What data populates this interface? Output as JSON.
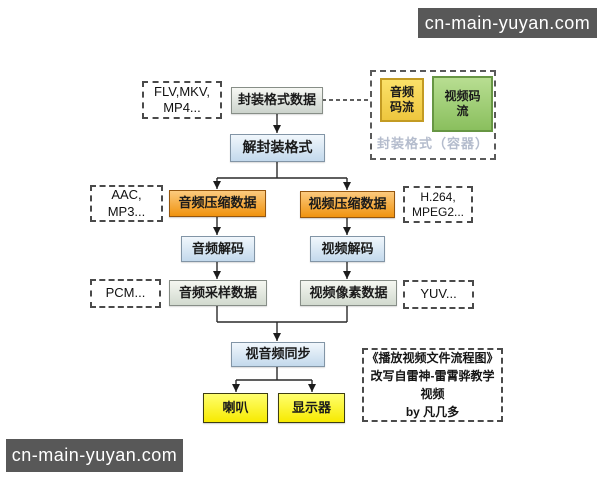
{
  "watermark": {
    "text": "cn-main-yuyan.com"
  },
  "flowchart": {
    "nodes": {
      "formats_hint": "FLV,MKV,\nMP4...",
      "muxed_data": "封装格式数据",
      "audio_stream": "音频\n码流",
      "video_stream": "视频码\n流",
      "container_label": "封装格式（容器）",
      "demux": "解封装格式",
      "audio_codec_hint": "AAC,\nMP3...",
      "audio_compressed": "音频压缩数据",
      "video_compressed": "视频压缩数据",
      "video_codec_hint": "H.264,\nMPEG2...",
      "audio_decode": "音频解码",
      "video_decode": "视频解码",
      "pcm_hint": "PCM...",
      "audio_samples": "音频采样数据",
      "video_pixels": "视频像素数据",
      "yuv_hint": "YUV...",
      "av_sync": "视音频同步",
      "speaker": "喇叭",
      "display": "显示器"
    },
    "attribution": "《播放视频文件流程图》\n改写自雷神-雷霄骅教学\n视频\nby 凡几多"
  },
  "colors": {
    "watermark_bg": "#585858",
    "orange_box": "#f0930f",
    "yellow_box": "#f7ea00",
    "gold_box": "#eec63e",
    "green_box": "#8abf5e",
    "blue_box": "#c3d9ec",
    "gray_box": "#ccd3cc",
    "container_label": "#b4bccd",
    "line": "#2a2a2a"
  }
}
